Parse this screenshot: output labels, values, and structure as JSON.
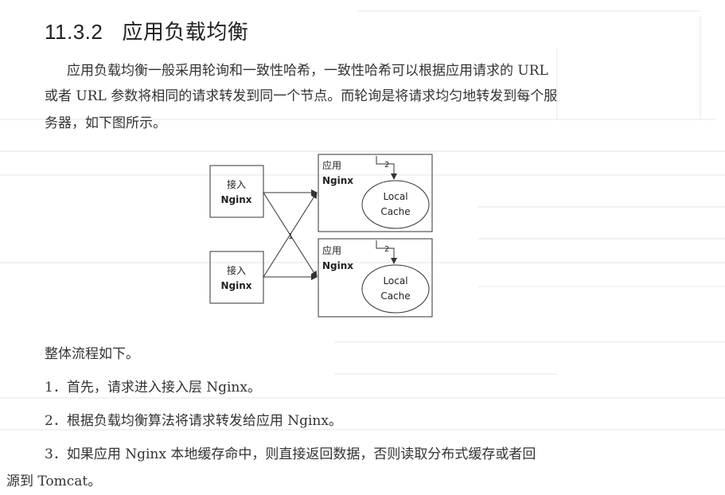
{
  "section": {
    "number": "11.3.2",
    "title": "应用负载均衡"
  },
  "intro": {
    "line1": "应用负载均衡一般采用轮询和一致性哈希，一致性哈希可以根据应用请求的 URL",
    "line2": "或者 URL 参数将相同的请求转发到同一个节点。而轮询是将请求均匀地转发到每个服",
    "line3": "务器，如下图所示。"
  },
  "diagram": {
    "access_label": "接入",
    "access_sub": "Nginx",
    "app_label": "应用",
    "app_sub": "Nginx",
    "cache_line1": "Local",
    "cache_line2": "Cache",
    "step1": "1",
    "step2": "2"
  },
  "flow": {
    "intro": "整体流程如下。",
    "step1": "1．首先，请求进入接入层 Nginx。",
    "step2": "2．根据负载均衡算法将请求转发给应用 Nginx。",
    "step3_line1": "3．如果应用 Nginx 本地缓存命中，则直接返回数据，否则读取分布式缓存或者回",
    "step3_line2": "源到 Tomcat。"
  }
}
